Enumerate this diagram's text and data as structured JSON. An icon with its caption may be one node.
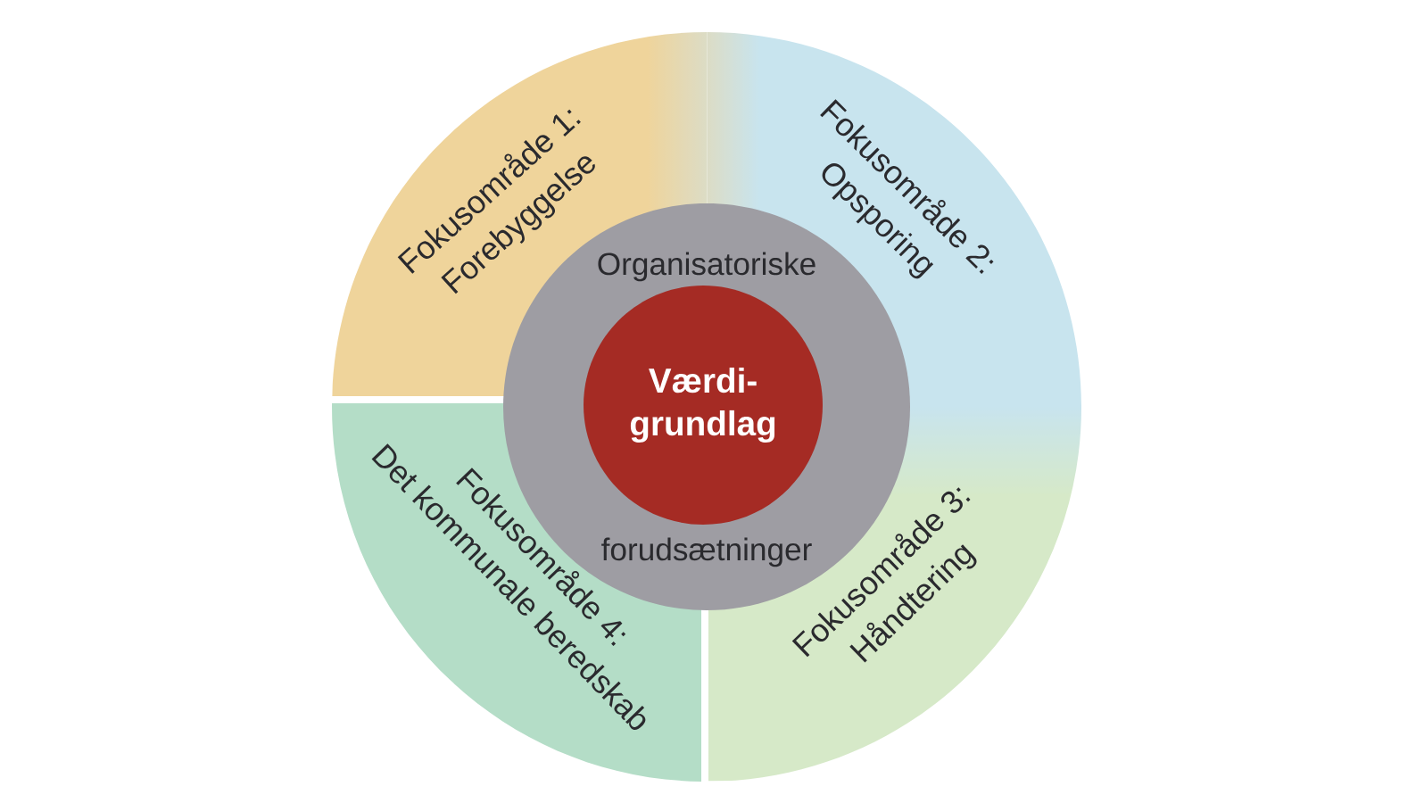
{
  "diagram": {
    "nodes": [
      {
        "text": [
          "Fokusområde 1:",
          "Forebyggelse"
        ]
      },
      {
        "text": [
          "Fokusområde 2:",
          "Opsporing"
        ]
      },
      {
        "text": [
          "Fokusområde 3:",
          "Håndtering"
        ]
      },
      {
        "text": [
          "Fokusområde 4:",
          "Det kommunale beredskab"
        ]
      },
      {
        "text": [
          "Organisatoriske",
          "forudsætninger"
        ]
      },
      {
        "text": [
          "Værdi- grundlag"
        ],
        "in": 4
      }
    ]
  }
}
